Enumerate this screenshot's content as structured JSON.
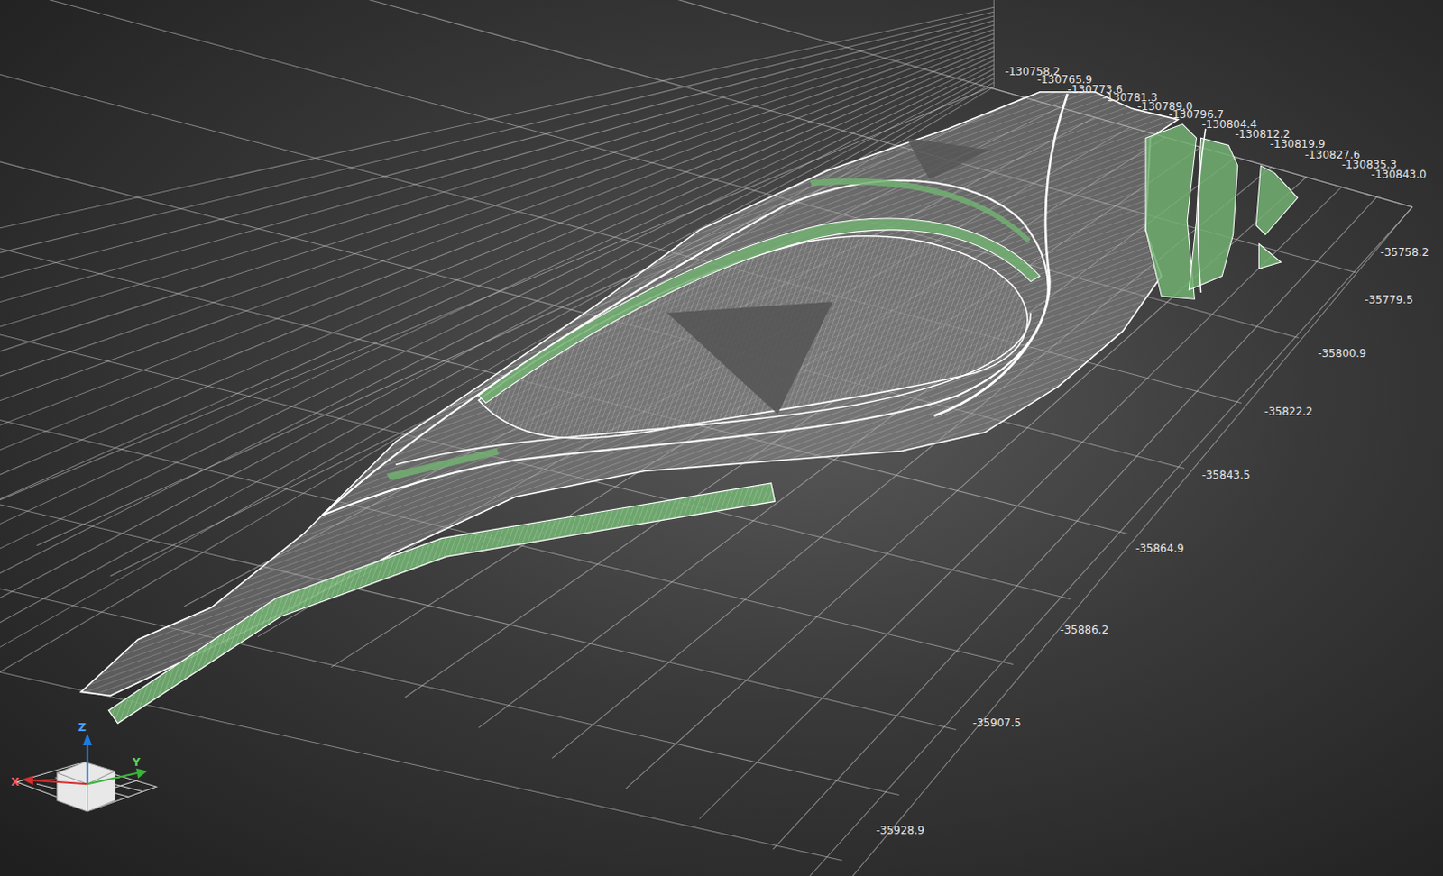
{
  "diagram": {
    "labels": [
      "-130758.2",
      "-130765.9",
      "-130773.6",
      "-130781.3",
      "-130789.0",
      "-130796.7",
      "-130804.4",
      "-130812.2",
      "-130819.9",
      "-130827.6",
      "-130835.3",
      "-130843.0",
      "-35758.2",
      "-35779.5",
      "-35800.9",
      "-35822.2",
      "-35843.5",
      "-35864.9",
      "-35886.2",
      "-35907.5",
      "-35928.9",
      "Z",
      "Y",
      "X"
    ]
  }
}
